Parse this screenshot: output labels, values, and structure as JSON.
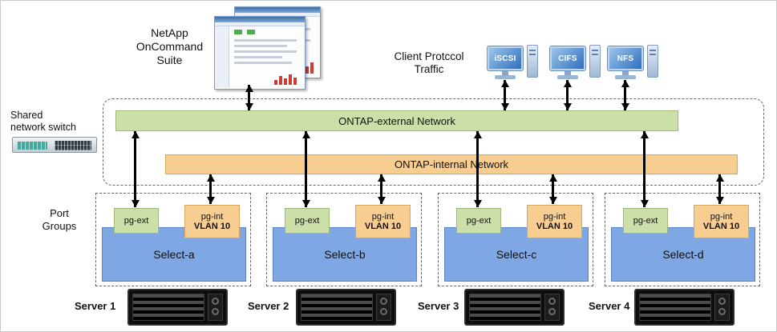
{
  "colors": {
    "external_network": "#ccdfa8",
    "internal_network": "#f8cd92",
    "select_node_blue": "#7fa7e3",
    "client_screen_blue": "#2e6fbe",
    "arrow": "#000000"
  },
  "oncommand": {
    "line1": "NetApp",
    "line2": "OnCommand",
    "line3": "Suite"
  },
  "client_traffic": {
    "line1": "Client Protccol",
    "line2": "Traffic"
  },
  "clients": [
    {
      "label": "iSCSI"
    },
    {
      "label": "CIFS"
    },
    {
      "label": "NFS"
    }
  ],
  "switch_label": {
    "line1": "Shared",
    "line2": "network switch"
  },
  "networks": {
    "external": "ONTAP-external Network",
    "internal": "ONTAP-internal Network"
  },
  "port_groups": {
    "line1": "Port",
    "line2": "Groups"
  },
  "groups": [
    {
      "pg_ext": "pg-ext",
      "pg_int_name": "pg-int",
      "pg_int_vlan": "VLAN 10",
      "node": "Select-a",
      "server": "Server 1"
    },
    {
      "pg_ext": "pg-ext",
      "pg_int_name": "pg-int",
      "pg_int_vlan": "VLAN 10",
      "node": "Select-b",
      "server": "Server 2"
    },
    {
      "pg_ext": "pg-ext",
      "pg_int_name": "pg-int",
      "pg_int_vlan": "VLAN 10",
      "node": "Select-c",
      "server": "Server 3"
    },
    {
      "pg_ext": "pg-ext",
      "pg_int_name": "pg-int",
      "pg_int_vlan": "VLAN 10",
      "node": "Select-d",
      "server": "Server 4"
    }
  ]
}
